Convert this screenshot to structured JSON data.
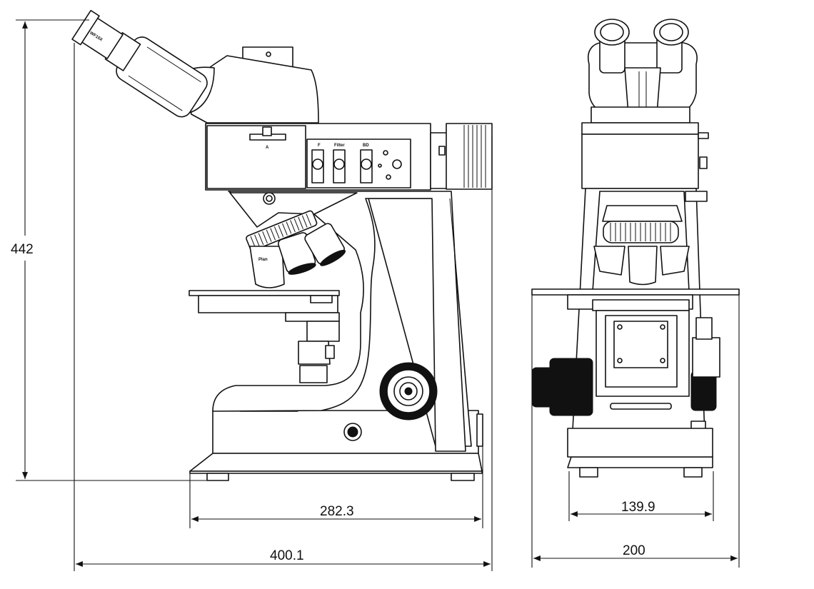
{
  "dimensions": {
    "height": "442",
    "base_width": "282.3",
    "overall_width": "400.1",
    "front_base_width": "139.9",
    "front_stage_width": "200"
  },
  "labels": {
    "eyepiece_text": "WF10X",
    "analyzer_mark": "A",
    "slider_f": "F",
    "slider_filter": "Filter",
    "slider_bd": "BD",
    "objective_text": "Plan"
  }
}
